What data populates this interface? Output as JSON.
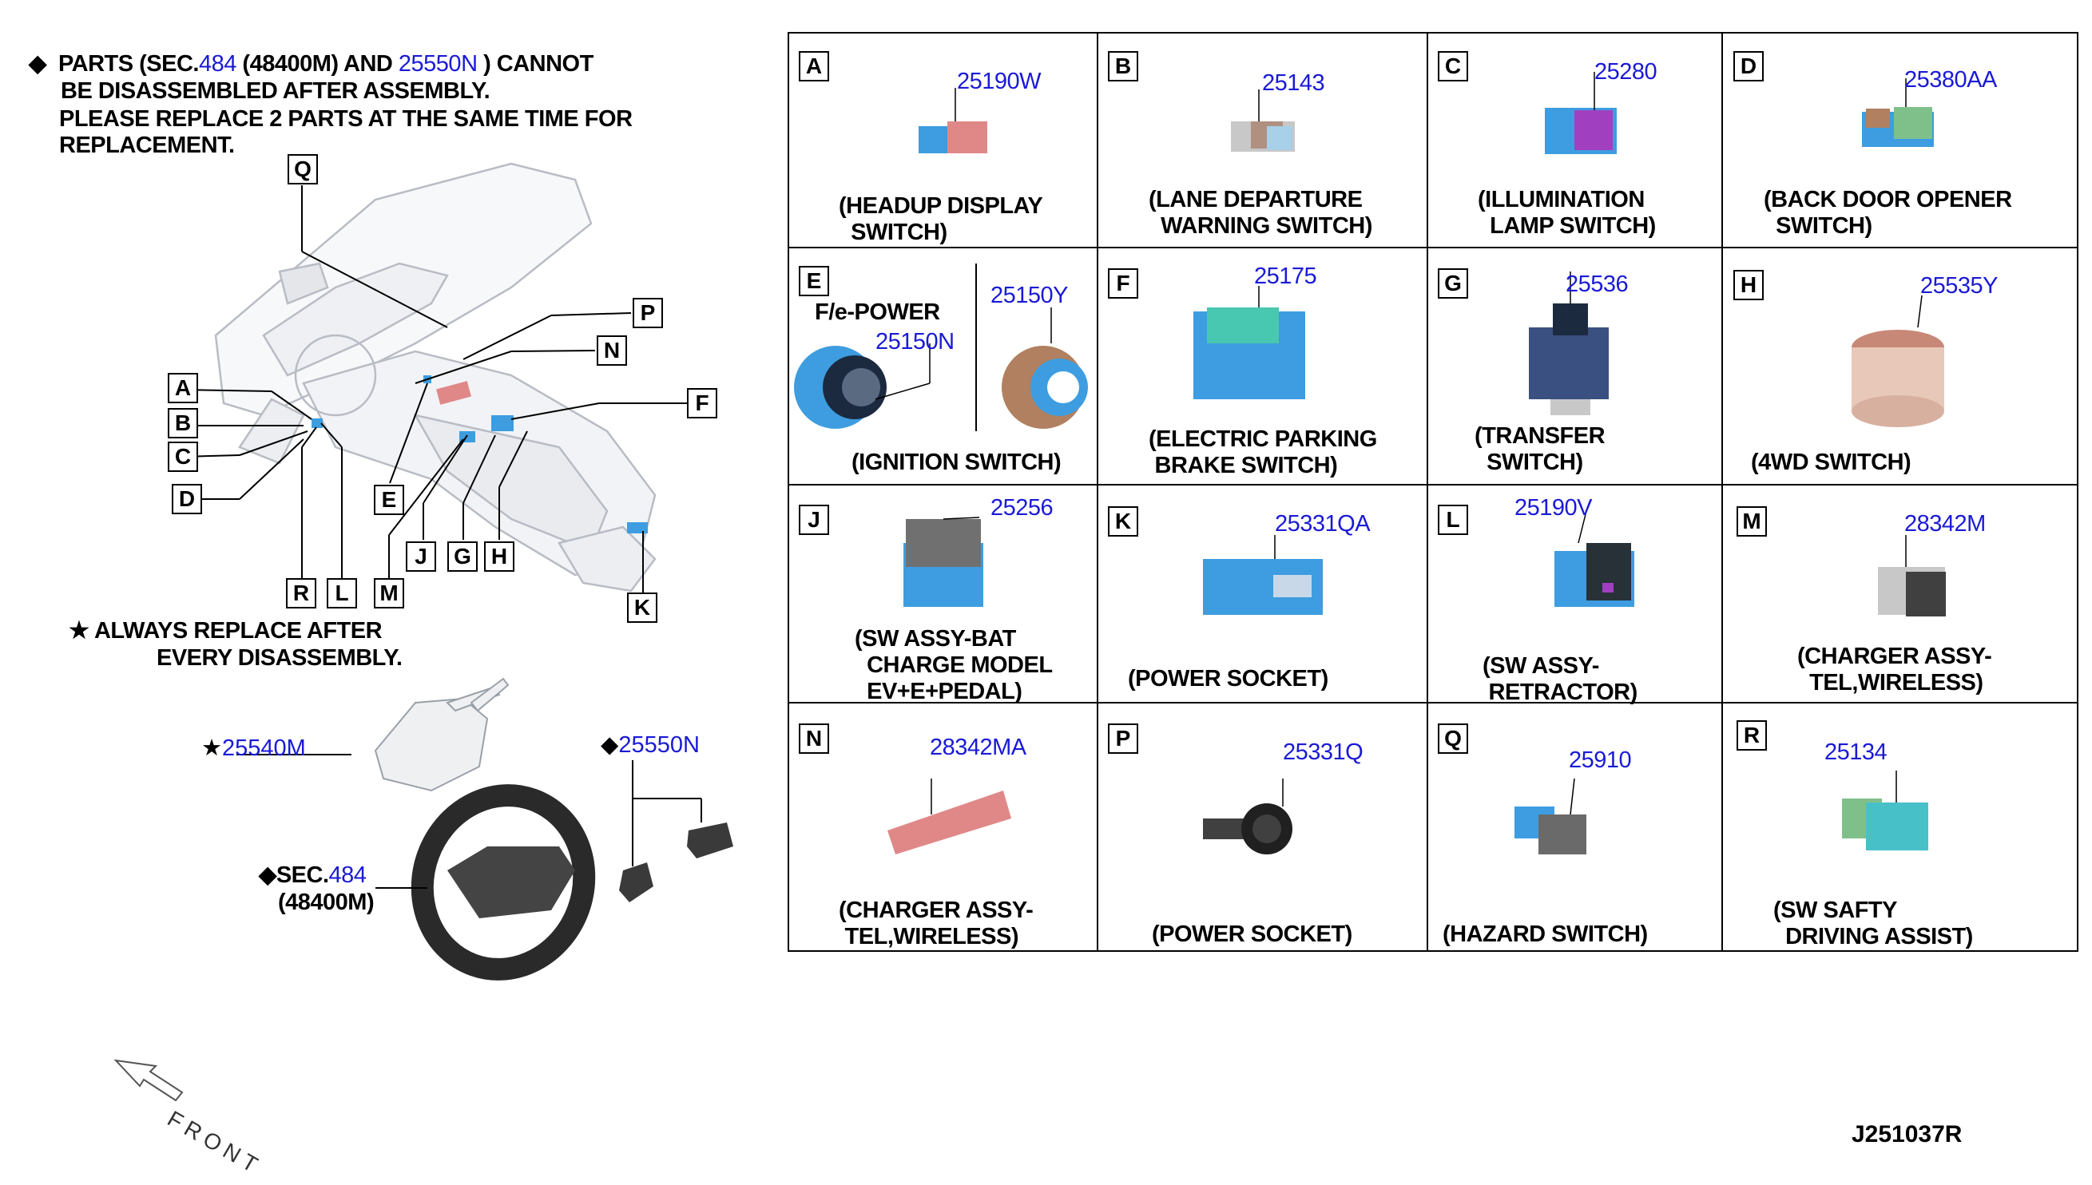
{
  "notes": {
    "diamond_line1_a": "PARTS (",
    "diamond_line1_sec": "SEC.",
    "diamond_line1_secnum": "484",
    "diamond_line1_b": " (48400M) AND ",
    "diamond_line1_pn": "25550N",
    "diamond_line1_c": " ) CANNOT",
    "diamond_line2": "BE DISASSEMBLED AFTER ASSEMBLY.",
    "diamond_line3": "PLEASE REPLACE 2 PARTS AT THE SAME TIME FOR",
    "diamond_line4": "REPLACEMENT.",
    "star_line1": "ALWAYS REPLACE AFTER",
    "star_line2": "EVERY DISASSEMBLY."
  },
  "overview_labels": [
    "Q",
    "P",
    "N",
    "A",
    "B",
    "C",
    "D",
    "F",
    "E",
    "J",
    "G",
    "H",
    "R",
    "L",
    "M",
    "K"
  ],
  "loose_parts": {
    "star_part": "25540M",
    "diamond_part": "25550N",
    "sec_prefix": "SEC.",
    "sec_num": "484",
    "sec_code": "(48400M)"
  },
  "front_label": "FRONT",
  "drawing_code": "J251037R",
  "cells": [
    {
      "letter": "A",
      "part": "25190W",
      "desc": "(HEADUP DISPLAY\n  SWITCH)"
    },
    {
      "letter": "B",
      "part": "25143",
      "desc": "(LANE DEPARTURE\n  WARNING SWITCH)"
    },
    {
      "letter": "C",
      "part": "25280",
      "desc": "(ILLUMINATION\n  LAMP SWITCH)"
    },
    {
      "letter": "D",
      "part": "25380AA",
      "desc": "(BACK DOOR OPENER\n  SWITCH)"
    },
    {
      "letter": "E",
      "part": "25150N",
      "part2": "25150Y",
      "subtitle": "F/e-POWER",
      "desc": "(IGNITION SWITCH)"
    },
    {
      "letter": "F",
      "part": "25175",
      "desc": "(ELECTRIC PARKING\n BRAKE SWITCH)"
    },
    {
      "letter": "G",
      "part": "25536",
      "desc": "(TRANSFER\n  SWITCH)"
    },
    {
      "letter": "H",
      "part": "25535Y",
      "desc": "(4WD SWITCH)"
    },
    {
      "letter": "J",
      "part": "25256",
      "desc": "(SW ASSY-BAT\n  CHARGE MODEL\n  EV+E+PEDAL)"
    },
    {
      "letter": "K",
      "part": "25331QA",
      "desc": "(POWER SOCKET)"
    },
    {
      "letter": "L",
      "part": "25190V",
      "desc": "(SW ASSY-\n RETRACTOR)"
    },
    {
      "letter": "M",
      "part": "28342M",
      "desc": "(CHARGER ASSY-\n  TEL,WIRELESS)"
    },
    {
      "letter": "N",
      "part": "28342MA",
      "desc": "(CHARGER ASSY-\n TEL,WIRELESS)"
    },
    {
      "letter": "P",
      "part": "25331Q",
      "desc": "(POWER SOCKET)"
    },
    {
      "letter": "Q",
      "part": "25910",
      "desc": "(HAZARD SWITCH)"
    },
    {
      "letter": "R",
      "part": "25134",
      "desc": "(SW SAFTY\n  DRIVING ASSIST)"
    }
  ],
  "colors": {
    "part_number": "#1a1ad6",
    "switch_blue": "#3d9de0",
    "switch_red": "#e08888",
    "switch_green": "#7fc08a",
    "switch_purple": "#a040c0"
  }
}
